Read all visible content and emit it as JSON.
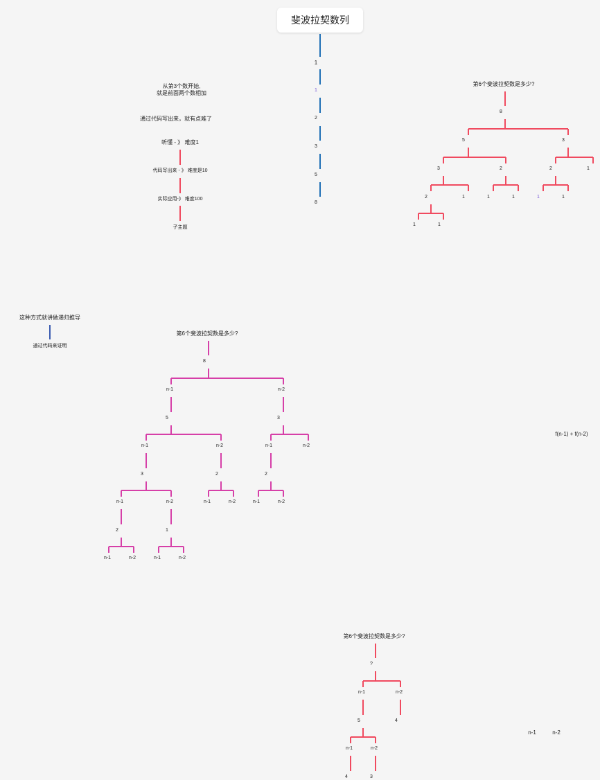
{
  "title": "斐波拉契数列",
  "colors": {
    "trunk": "#1f6fb5",
    "red": "#f04a5f",
    "pink": "#d63fa8",
    "note": "#3a5bb0"
  },
  "trunk": {
    "values": [
      "1",
      "1",
      "2",
      "3",
      "5",
      "8"
    ]
  },
  "notes": {
    "intro_line1": "从第3个数开始,",
    "intro_line2": "就是前面两个数相加",
    "code_hard": "通过代码写出来，就有点难了",
    "levels": [
      "听懂 - 》 难度1",
      "代码写出来 - 》 难度是10",
      "实际应用-》 难度100",
      "子主题"
    ]
  },
  "tree1": {
    "question": "第6个斐波拉契数是多少?",
    "nodes": [
      "8",
      "5",
      "3",
      "3",
      "2",
      "2",
      "1",
      "2",
      "1",
      "1",
      "1",
      "1",
      "1",
      "1",
      "1"
    ]
  },
  "recursion": {
    "label": "这种方式就讲做递归推导",
    "sub": "通过代码来证明"
  },
  "tree2": {
    "question": "第6个斐波拉契数是多少?",
    "nodes": [
      "8",
      "n-1",
      "n-2",
      "5",
      "3",
      "n-1",
      "n-2",
      "n-1",
      "n-2",
      "3",
      "2",
      "2",
      "n-1",
      "n-2",
      "n-1",
      "n-2",
      "n-1",
      "n-2",
      "2",
      "1",
      "n-1",
      "n-2",
      "n-1",
      "n-2"
    ]
  },
  "formula": "f(n-1) + f(n-2)",
  "tree3": {
    "question": "第6个斐波拉契数是多少?",
    "nodes": [
      "?",
      "n-1",
      "n-2",
      "5",
      "4",
      "n-1",
      "n-2",
      "4",
      "3"
    ]
  },
  "side_labels": [
    "n-1",
    "n-2"
  ]
}
